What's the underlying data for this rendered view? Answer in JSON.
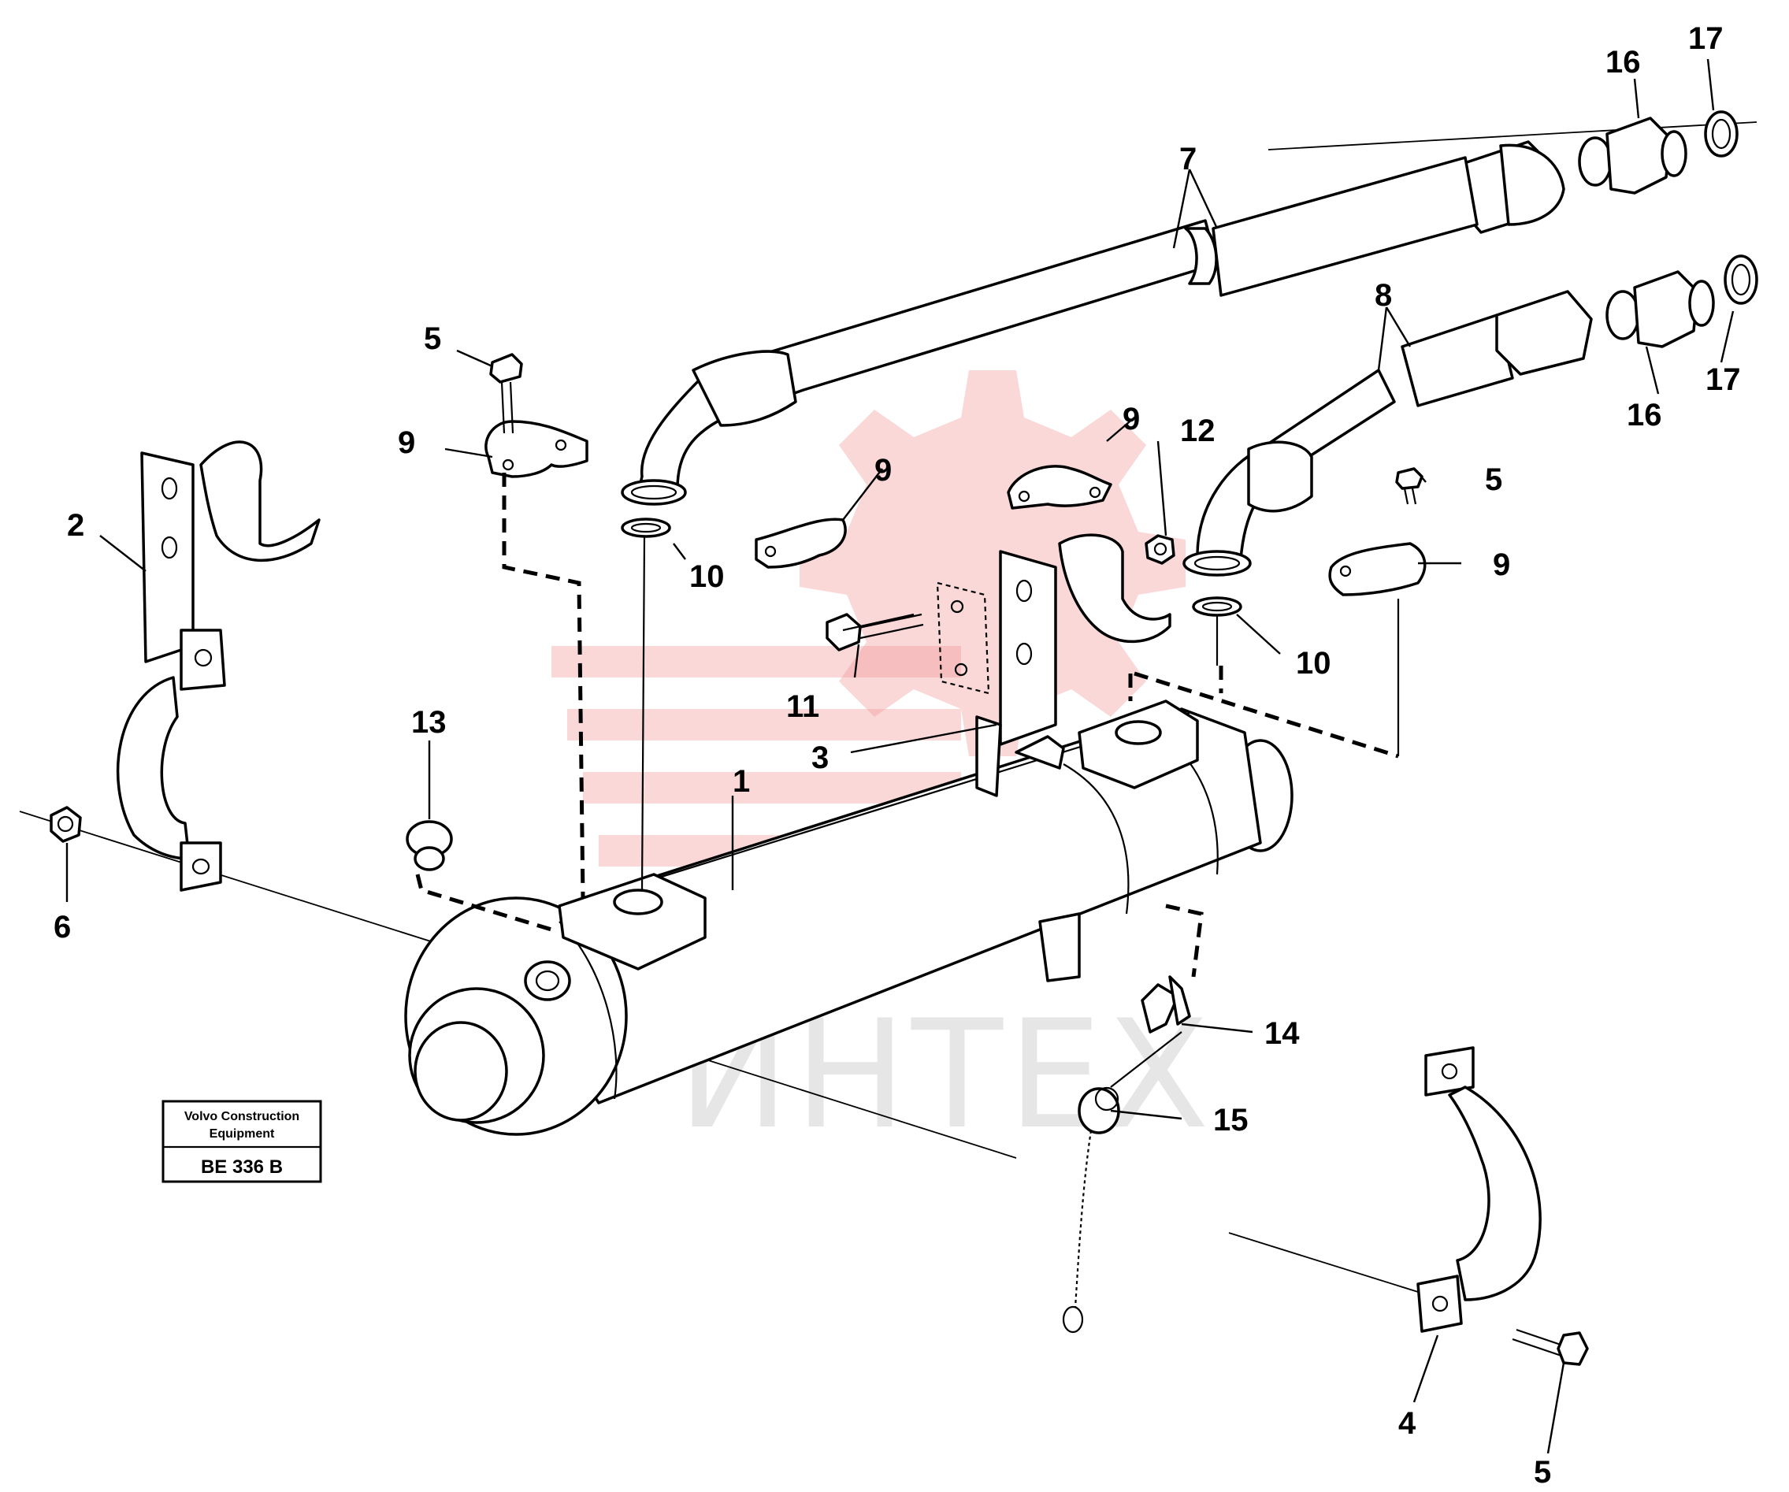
{
  "diagram": {
    "callouts": {
      "c1": "1",
      "c2": "2",
      "c3": "3",
      "c4": "4",
      "c5a": "5",
      "c5b": "5",
      "c5c": "5",
      "c6": "6",
      "c7": "7",
      "c8": "8",
      "c9a": "9",
      "c9b": "9",
      "c9c": "9",
      "c9d": "9",
      "c10a": "10",
      "c10b": "10",
      "c11": "11",
      "c12": "12",
      "c13": "13",
      "c14": "14",
      "c15": "15",
      "c16a": "16",
      "c16b": "16",
      "c17a": "17",
      "c17b": "17"
    },
    "note": {
      "line1": "Volvo Construction",
      "line2": "Equipment",
      "code": "BE 336 B"
    },
    "watermark": {
      "text": "ИНТЕХ",
      "color": "#f08a8a"
    }
  }
}
